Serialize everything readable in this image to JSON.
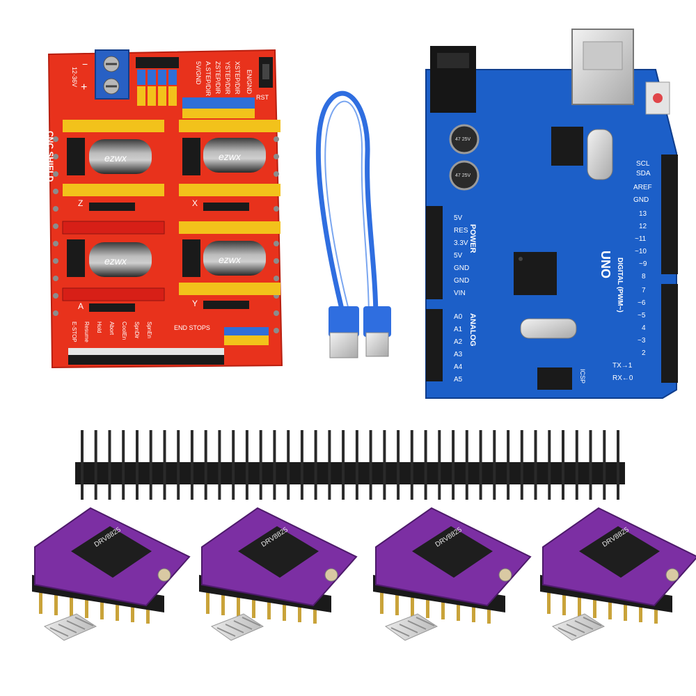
{
  "cnc_shield": {
    "board_title": "CNC SHIELD",
    "power_label": "12-36V",
    "power_minus": "−",
    "power_plus": "+",
    "reset_label": "RST",
    "en_gnd_label": "EN/GND",
    "axis_x": "X",
    "axis_y": "Y",
    "axis_z": "Z",
    "axis_a": "A",
    "end_stops_label": "END STOPS",
    "capacitor_text": "ezwx",
    "bottom_labels": [
      "E-STOP",
      "Resume",
      "Hold",
      "Abort",
      "CoolEn",
      "SpnDir",
      "SpnEn"
    ],
    "step_dir_labels": [
      "XSTEP/DIR",
      "YSTEP/DIR",
      "ZSTEP/DIR",
      "A.STEP/DIR",
      "5V/GND"
    ],
    "colors": {
      "board": "#e8321c",
      "header_yellow": "#f2c21b",
      "header_red": "#d71f17"
    }
  },
  "usb_cable": {
    "color": "#2f6ee0"
  },
  "uno_board": {
    "model_label": "UNO",
    "power_header": "POWER",
    "power_pins": [
      "5V",
      "RES",
      "3.3V",
      "5V",
      "GND",
      "GND",
      "VIN"
    ],
    "analog_header": "ANALOG",
    "analog_pins": [
      "A0",
      "A1",
      "A2",
      "A3",
      "A4",
      "A5"
    ],
    "digital_header": "DIGITAL (PWM~)",
    "digital_pins": [
      "13",
      "12",
      "~11",
      "~10",
      "~9",
      "8",
      "7",
      "~6",
      "~5",
      "4",
      "~3",
      "2"
    ],
    "top_pins": [
      "SCL",
      "SDA",
      "AREF",
      "GND"
    ],
    "tx_label": "TX→1",
    "rx_label": "RX←0",
    "capacitor_label_1": "47 25V",
    "capacitor_label_2": "47 25V",
    "icsp_label": "ICSP",
    "colors": {
      "board": "#1c5fc8",
      "header": "#1a1a1a"
    }
  },
  "pin_header": {
    "pin_count": 40,
    "colors": {
      "plastic": "#1a1a1a",
      "pin": "#d9d9d9"
    }
  },
  "driver_modules": [
    {
      "chip_text": "DRV8825",
      "colors": {
        "pcb": "#7c2fa3"
      }
    },
    {
      "chip_text": "DRV8825",
      "colors": {
        "pcb": "#7c2fa3"
      }
    },
    {
      "chip_text": "DRV8825",
      "colors": {
        "pcb": "#7c2fa3"
      }
    },
    {
      "chip_text": "DRV8825",
      "colors": {
        "pcb": "#7c2fa3"
      }
    }
  ]
}
